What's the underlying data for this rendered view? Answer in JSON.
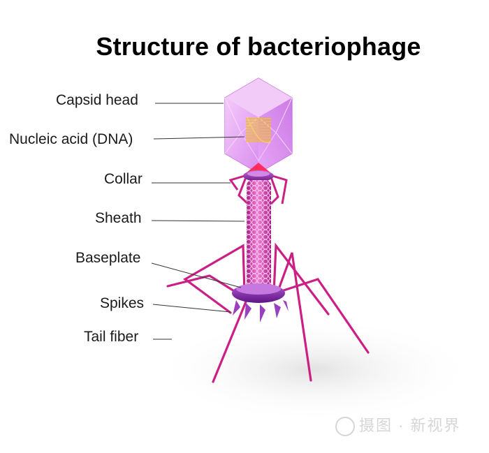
{
  "title": "Structure of bacteriophage",
  "labels": {
    "capsid_head": "Capsid head",
    "nucleic_acid": "Nucleic acid (DNA)",
    "collar": "Collar",
    "sheath": "Sheath",
    "baseplate": "Baseplate",
    "spikes": "Spikes",
    "tail_fiber": "Tail fiber"
  },
  "watermark": "摄图 · 新视界",
  "colors": {
    "capsid": "#e79cf5",
    "dna": "#f5c400",
    "tail": "#d12fa6",
    "baseplate": "#8a2fb0",
    "fiber": "#cc1f86"
  }
}
